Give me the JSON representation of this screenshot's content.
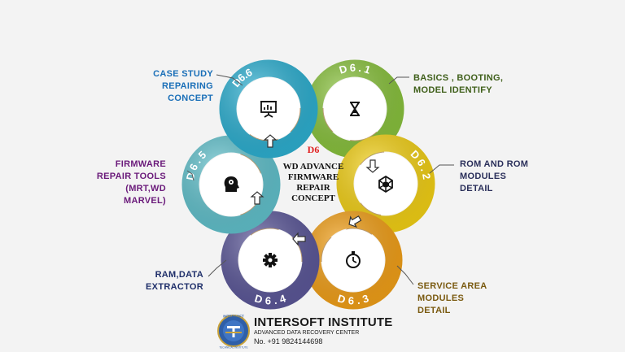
{
  "center": {
    "id": "D6",
    "lines": [
      "WD ADVANCE",
      "FIRMWARE",
      "REPAIR",
      "CONCEPT"
    ]
  },
  "nodes": [
    {
      "code": "D 6 . 1",
      "color": "#8cc63f",
      "icon": "hourglass-icon",
      "label": [
        "BASICS , BOOTING,",
        "MODEL  IDENTIFY"
      ],
      "label_color": "#3f5f1a"
    },
    {
      "code": "D 6 . 2",
      "color": "#f7d417",
      "icon": "cube-network-icon",
      "label": [
        "ROM AND ROM",
        "MODULES",
        "DETAIL"
      ],
      "label_color": "#2a2f5a"
    },
    {
      "code": "D 6 . 3",
      "color": "#f6a31a",
      "icon": "stopwatch-icon",
      "label": [
        "SERVICE AREA",
        "MODULES",
        "DETAIL"
      ],
      "label_color": "#7a5a10"
    },
    {
      "code": "D 6 . 4",
      "color": "#5e5a9c",
      "icon": "gear-icon",
      "label": [
        "RAM,DATA",
        "EXTRACTOR"
      ],
      "label_color": "#1f2f6a"
    },
    {
      "code": "D 6 . 5",
      "color": "#64c5d0",
      "icon": "head-gear-icon",
      "label": [
        "FIRMWARE",
        "REPAIR TOOLS",
        "(MRT,WD",
        "MARVEL)"
      ],
      "label_color": "#6a1a7a"
    },
    {
      "code": "D6.6",
      "color": "#2fb3d5",
      "icon": "presentation-icon",
      "label": [
        "CASE STUDY",
        "REPAIRING",
        "CONCEPT"
      ],
      "label_color": "#1a6fb8"
    }
  ],
  "colors": {
    "connector": "#b89a72",
    "background": "#f3f3f3"
  },
  "footer": {
    "title": "INTERSOFT INSTITUTE",
    "subtitle": "ADVANCED DATA RECOVERY CENTER",
    "phone": "No. +91 9824144698",
    "logo_text": "INTERSOFT",
    "logo_caption": "TECHNICAL INSTITUTE"
  }
}
